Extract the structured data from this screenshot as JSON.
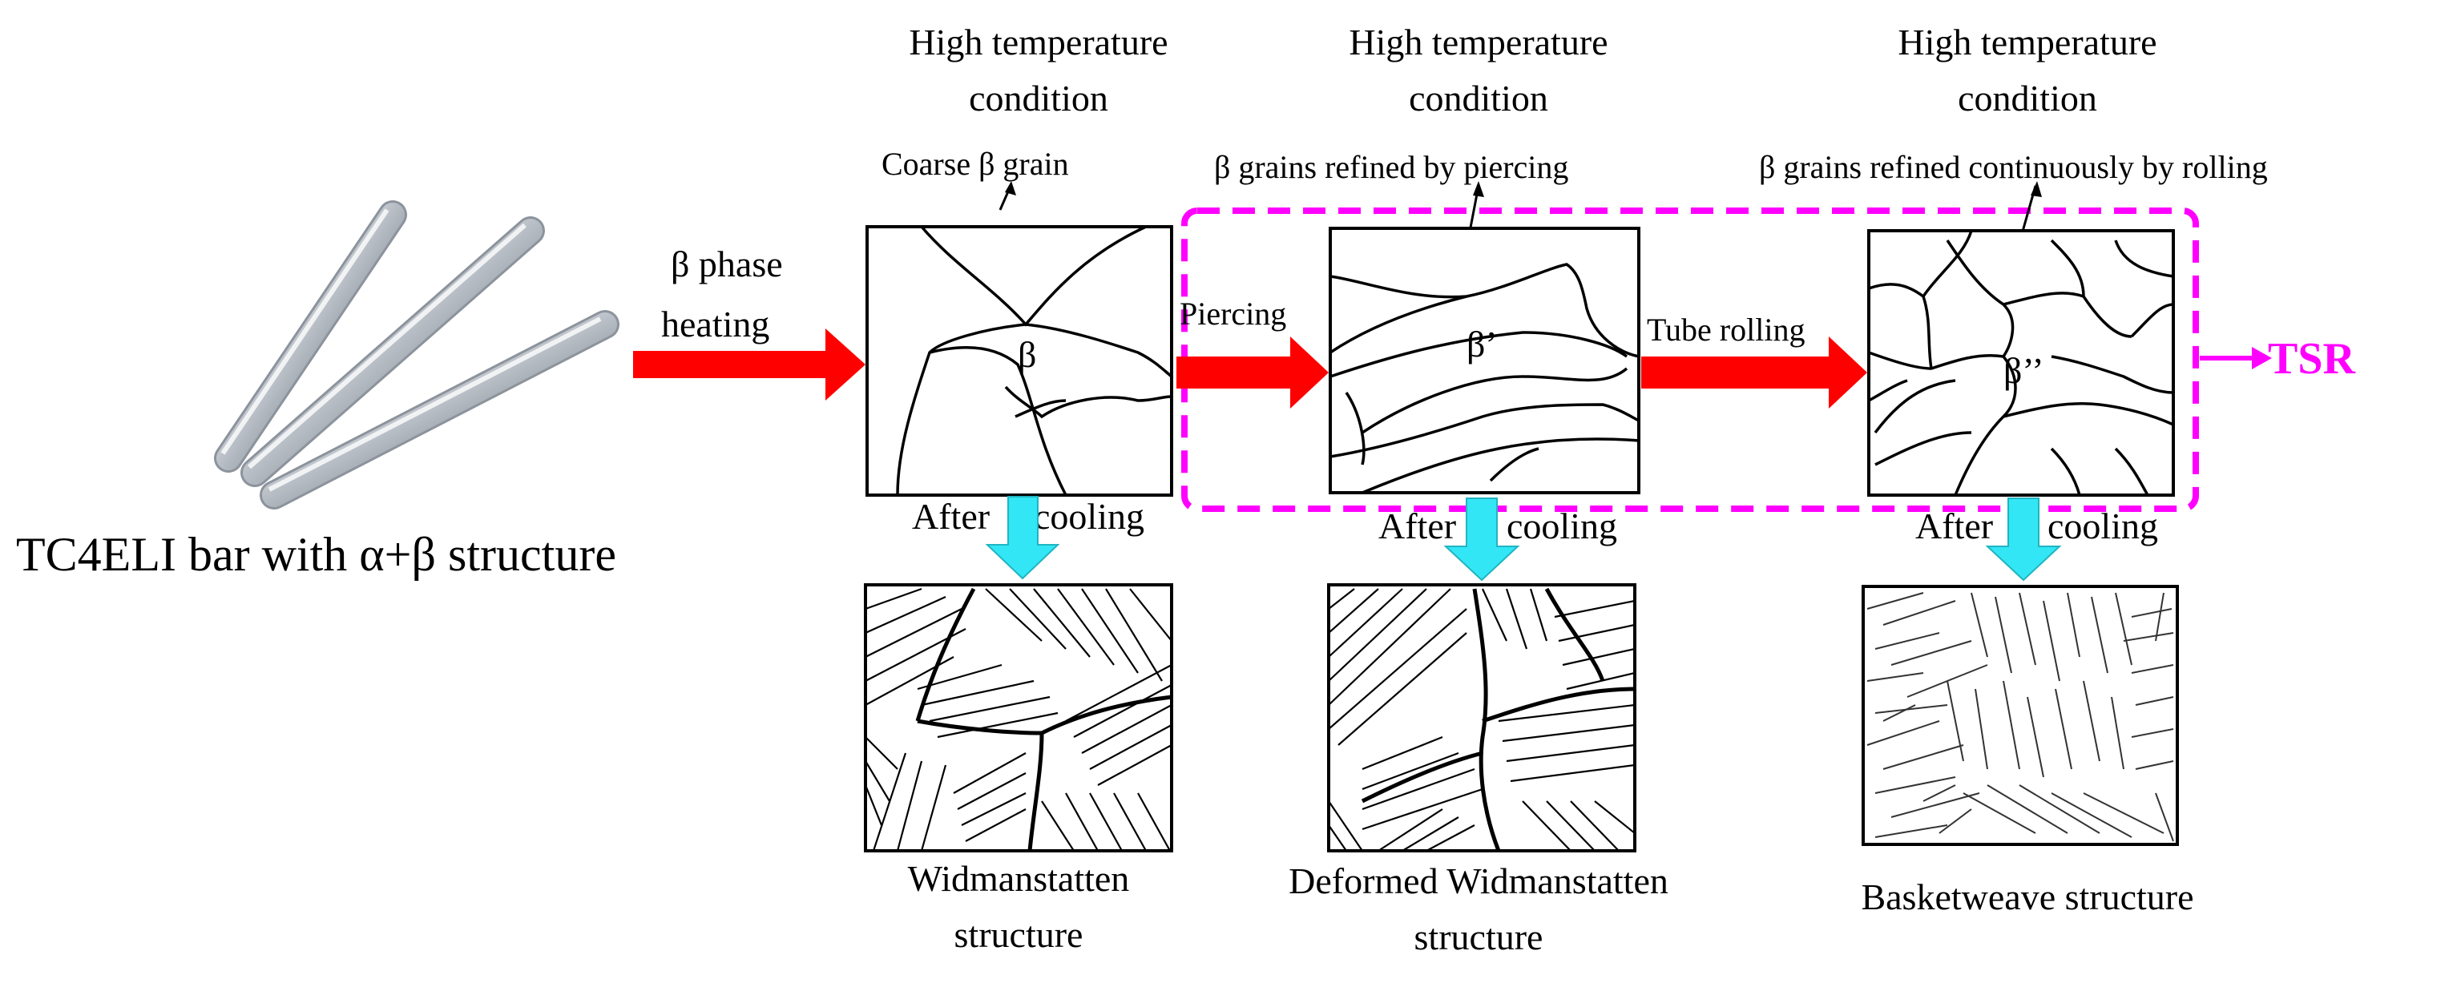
{
  "diagram": {
    "bar_label": "TC4ELI bar with α+β structure",
    "heating_label": [
      "β phase",
      "heating"
    ],
    "stages": [
      {
        "title": [
          "High temperature",
          "condition"
        ],
        "grain_note": "Coarse β grain",
        "grain_symbol": "β",
        "process_arrow_label": "Piercing",
        "cooling_label": [
          "After",
          "cooling"
        ],
        "result_label": [
          "Widmanstatten",
          "structure"
        ]
      },
      {
        "title": [
          "High temperature",
          "condition"
        ],
        "grain_note": "β grains refined by piercing",
        "grain_symbol": "β’",
        "process_arrow_label": "Tube rolling",
        "cooling_label": [
          "After",
          "cooling"
        ],
        "result_label": [
          "Deformed Widmanstatten",
          "structure"
        ]
      },
      {
        "title": [
          "High temperature",
          "condition"
        ],
        "grain_note": "β grains refined continuously by rolling",
        "grain_symbol": "β’’",
        "cooling_label": [
          "After",
          "cooling"
        ],
        "result_label": [
          "Basketweave structure"
        ]
      }
    ],
    "region_label": "TSR",
    "colors": {
      "process_arrow": "#ff0000",
      "cooling_arrow": "#33e6f5",
      "region_dash": "#ff00ff",
      "bar_metal": "#c8ccd2"
    }
  }
}
